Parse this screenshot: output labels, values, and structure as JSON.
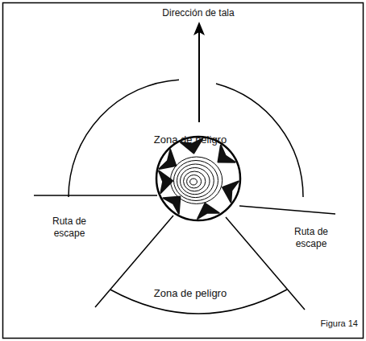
{
  "diagram": {
    "caption": "Figura 14",
    "labels": [
      "Dirección de tala",
      "Zona de peligro",
      "Ruta de escape",
      "Ruta de escape",
      "Zona de peligro"
    ]
  }
}
